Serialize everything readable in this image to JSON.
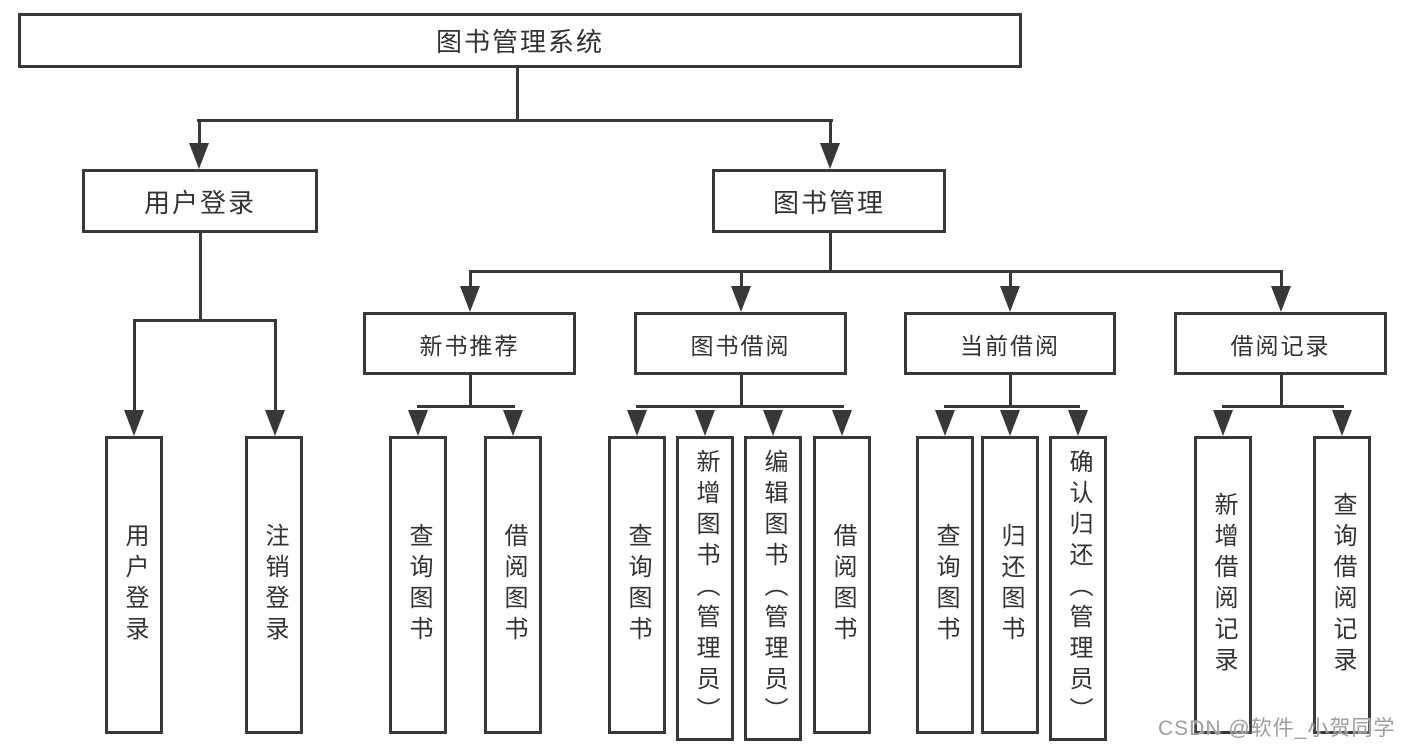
{
  "tree": {
    "label": "图书管理系统",
    "children": [
      {
        "label": "用户登录",
        "children": [
          {
            "label": "用户登录"
          },
          {
            "label": "注销登录"
          }
        ]
      },
      {
        "label": "图书管理",
        "children": [
          {
            "label": "新书推荐",
            "children": [
              {
                "label": "查询图书"
              },
              {
                "label": "借阅图书"
              }
            ]
          },
          {
            "label": "图书借阅",
            "children": [
              {
                "label": "查询图书"
              },
              {
                "label": "新增图书（管理员）"
              },
              {
                "label": "编辑图书（管理员）"
              },
              {
                "label": "借阅图书"
              }
            ]
          },
          {
            "label": "当前借阅",
            "children": [
              {
                "label": "查询图书"
              },
              {
                "label": "归还图书"
              },
              {
                "label": "确认归还（管理员）"
              }
            ]
          },
          {
            "label": "借阅记录",
            "children": [
              {
                "label": "新增借阅记录"
              },
              {
                "label": "查询借阅记录"
              }
            ]
          }
        ]
      }
    ]
  },
  "watermark": {
    "text": "CSDN @软件_小贺同学"
  },
  "colors": {
    "line": "#383838",
    "box_border": "#383838",
    "box_fill": "#ffffff",
    "label_text": "#333333",
    "watermark_text": "#9e9e9e",
    "background": "#ffffff"
  }
}
